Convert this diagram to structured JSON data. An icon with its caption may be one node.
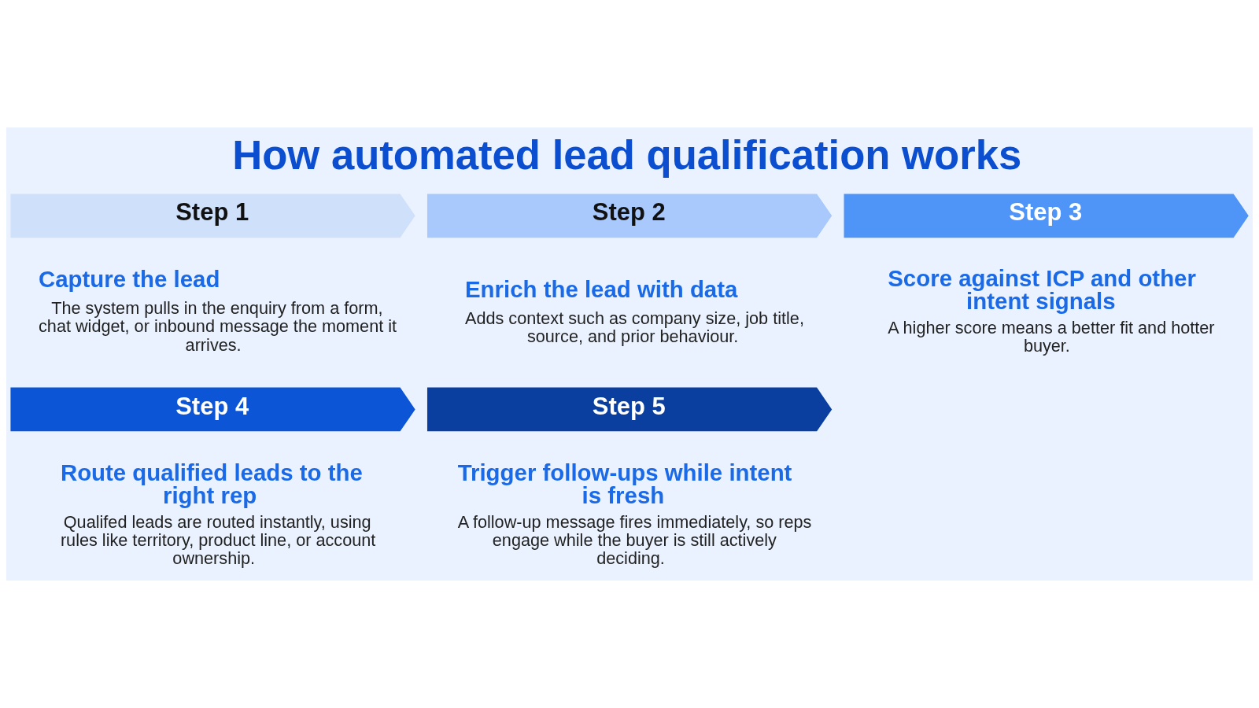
{
  "diagram": {
    "title": "How automated lead qualification works",
    "nodes": [
      {
        "text": [
          "Step 1"
        ],
        "beside": [
          "Capture the lead",
          "The system pulls in the enquiry from a form, chat widget, or inbound message the moment it arrives."
        ]
      },
      {
        "text": [
          "Step 2"
        ],
        "beside": [
          "Enrich the lead with data",
          "Adds context such as company size, job title, source, and prior behaviour."
        ]
      },
      {
        "text": [
          "Step 3"
        ],
        "beside": [
          "Score against ICP and other intent signals",
          "A higher score means a better fit and hotter buyer."
        ]
      },
      {
        "text": [
          "Step 4"
        ],
        "beside": [
          "Route qualified leads to the right rep",
          "Qualifed leads are routed instantly, using rules like territory, product line, or account ownership."
        ]
      },
      {
        "text": [
          "Step 5"
        ],
        "beside": [
          "Trigger follow-ups while intent is fresh",
          "A follow-up message fires immediately, so reps engage while the buyer is still actively deciding."
        ]
      }
    ]
  }
}
